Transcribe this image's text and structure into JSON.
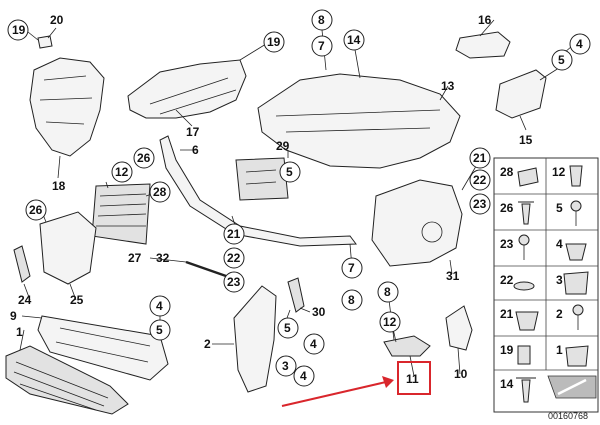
{
  "callouts": {
    "c19a": "19",
    "c20": "20",
    "c19b": "19",
    "c8a": "8",
    "c7a": "7",
    "c14": "14",
    "c16": "16",
    "c5a": "5",
    "c4a": "4",
    "c13": "13",
    "c15": "15",
    "c18": "18",
    "c17": "17",
    "c6": "6",
    "c29": "29",
    "c5b": "5",
    "c26a": "26",
    "c12a": "12",
    "c28a": "28",
    "c21a": "21",
    "c22a": "22",
    "c23a": "23",
    "c26b": "26",
    "c21b": "21",
    "c22b": "22",
    "c23b": "23",
    "c31": "31",
    "c27": "27",
    "c32": "32",
    "c7b": "7",
    "c8b": "8",
    "c24": "24",
    "c25": "25",
    "c9": "9",
    "c1": "1",
    "c4b": "4",
    "c5c": "5",
    "c2": "2",
    "c30": "30",
    "c5d": "5",
    "c4c": "4",
    "c3": "3",
    "c4d": "4",
    "c8c": "8",
    "c12b": "12",
    "c11": "11",
    "c10": "10"
  },
  "legend": {
    "rows": [
      {
        "left": "28",
        "right": "12"
      },
      {
        "left": "26",
        "right": "5"
      },
      {
        "left": "23",
        "right": "4"
      },
      {
        "left": "22",
        "right": "3"
      },
      {
        "left": "21",
        "right": "2"
      },
      {
        "left": "19",
        "right": "1"
      },
      {
        "left": "14",
        "right": ""
      }
    ]
  },
  "diagram_code": "00160768",
  "highlight_color": "#d9262c"
}
